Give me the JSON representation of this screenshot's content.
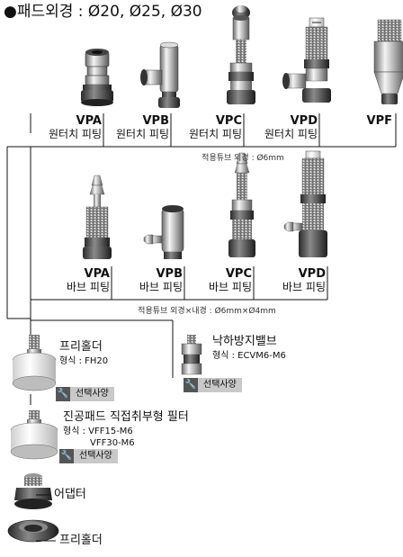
{
  "title": "●패드외경 : Ø20, Ø25, Ø30",
  "one_touch_row": [
    {
      "code": "VPA",
      "type": "원터치 피팅"
    },
    {
      "code": "VPB",
      "type": "원터치 피팅"
    },
    {
      "code": "VPC",
      "type": "원터치 피팅"
    },
    {
      "code": "VPD",
      "type": "원터치 피팅"
    },
    {
      "code": "VPF",
      "type": ""
    }
  ],
  "one_touch_tube": "적용튜브 외경 : Ø6mm",
  "barb_row": [
    {
      "code": "VPA",
      "type": "바브 피팅"
    },
    {
      "code": "VPB",
      "type": "바브 피팅"
    },
    {
      "code": "VPC",
      "type": "바브 피팅"
    },
    {
      "code": "VPD",
      "type": "바브 피팅"
    }
  ],
  "barb_tube": "적용튜브 외경×내경 : Ø6mm×Ø4mm",
  "accessories": {
    "free_holder": {
      "name": "프리홀더",
      "model": "형식 : FH20",
      "option": "선택사양"
    },
    "drop_valve": {
      "name": "낙하방지밸브",
      "model": "형식 : ECVM6-M6",
      "option": "선택사양"
    },
    "filter": {
      "name": "진공패드 직접취부형 필터",
      "model1": "형식 : VFF15-M6",
      "model2": "VFF30-M6",
      "option": "선택사양"
    },
    "adapter": {
      "name": "어댑터"
    },
    "free_holder2": {
      "name": "프리홀더"
    }
  }
}
